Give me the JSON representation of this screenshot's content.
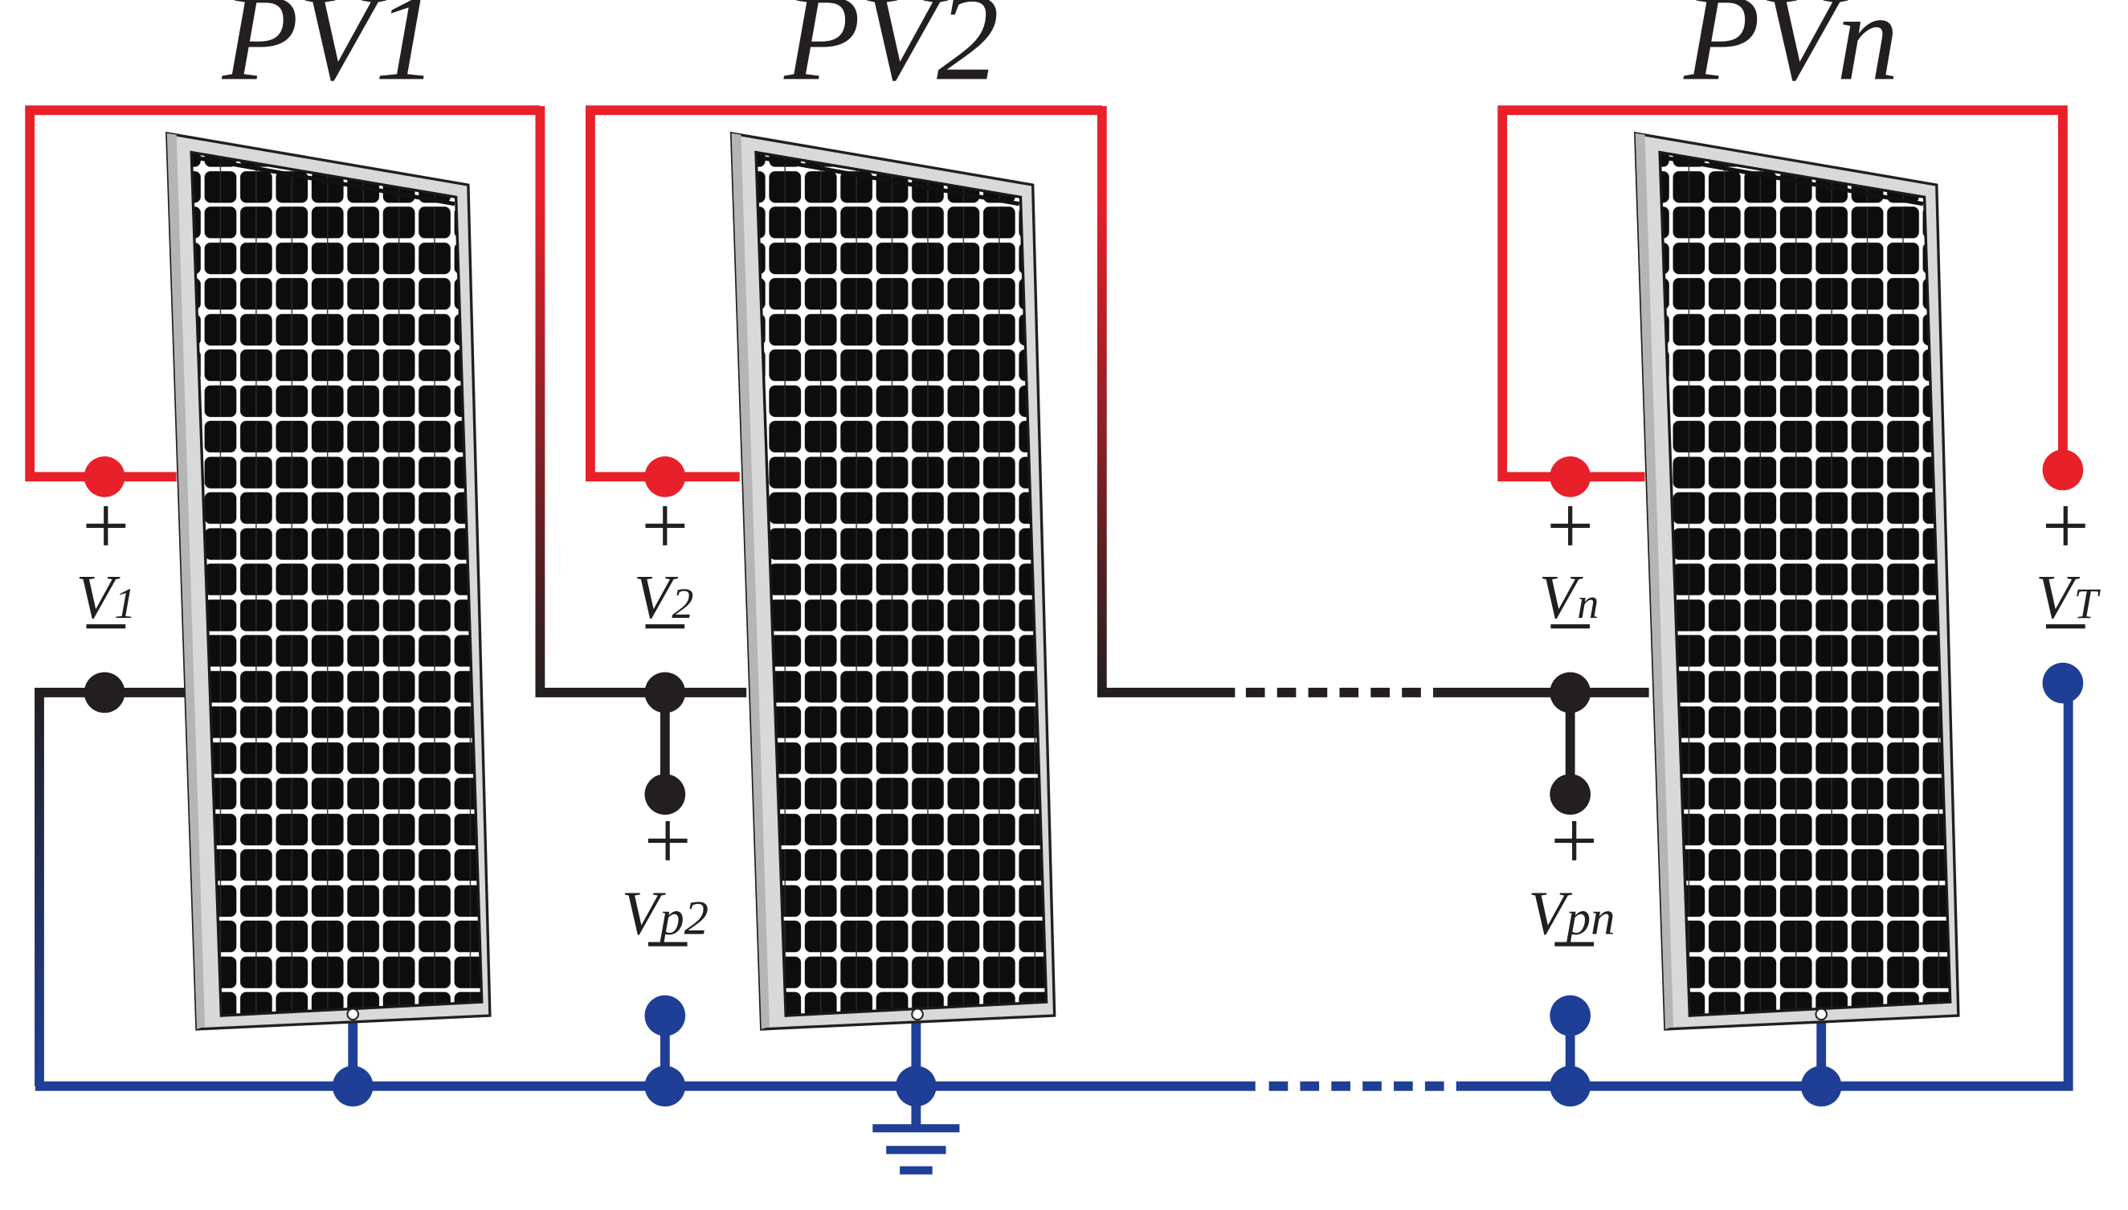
{
  "panels": [
    {
      "title": "PV1",
      "v_main": "V",
      "v_sub": "1"
    },
    {
      "title": "PV2",
      "v_main": "V",
      "v_sub": "2",
      "vp_main": "V",
      "vp_sub": "p2"
    },
    {
      "title": "PVn",
      "v_main": "V",
      "v_sub": "n",
      "vp_main": "V",
      "vp_sub": "pn"
    }
  ],
  "total": {
    "v_main": "V",
    "v_sub": "T"
  },
  "signs": {
    "plus": "+",
    "minus": "−"
  },
  "colors": {
    "positive_wire": "#e8202a",
    "negative_wire": "#1e3f95",
    "series_wire": "#231f20",
    "panel_frame": "#d9d9d9",
    "cell": "#0d0d0d"
  },
  "icons": [
    "solar-panel-icon",
    "ground-icon",
    "terminal-dot-icon"
  ]
}
